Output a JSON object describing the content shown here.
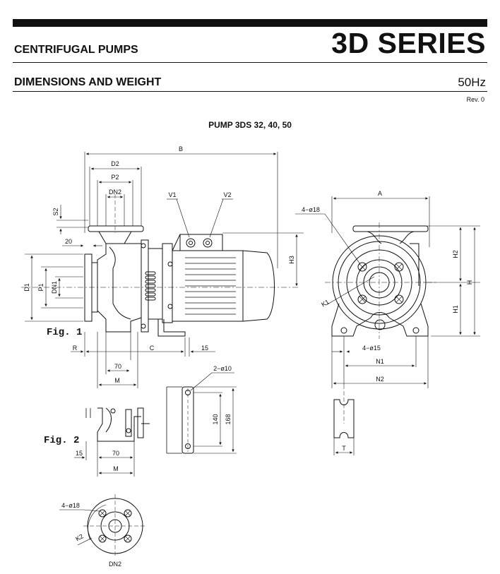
{
  "header": {
    "product_type": "CENTRIFUGAL PUMPS",
    "series": "3D SERIES",
    "section": "DIMENSIONS AND WEIGHT",
    "frequency": "50Hz",
    "revision": "Rev. 0"
  },
  "drawing": {
    "title": "PUMP 3DS 32, 40, 50",
    "figures": {
      "fig1": "Fig. 1",
      "fig2": "Fig. 2"
    },
    "labels": {
      "B": "B",
      "D2": "D2",
      "P2": "P2",
      "DN2": "DN2",
      "S2": "S2",
      "V1": "V1",
      "V2": "V2",
      "H3": "H3",
      "D1": "D1",
      "P1": "P1",
      "DN1": "DN1",
      "twenty": "20",
      "R": "R",
      "C": "C",
      "fifteen": "15",
      "seventy": "70",
      "M": "M",
      "A": "A",
      "four_d18": "4−ø18",
      "H2": "H2",
      "H": "H",
      "H1": "H1",
      "K1": "K1",
      "four_d15": "4−ø15",
      "N1": "N1",
      "N2": "N2",
      "T": "T",
      "two_d10": "2−ø10",
      "d140": "140",
      "d168": "168",
      "K2": "K2"
    }
  }
}
